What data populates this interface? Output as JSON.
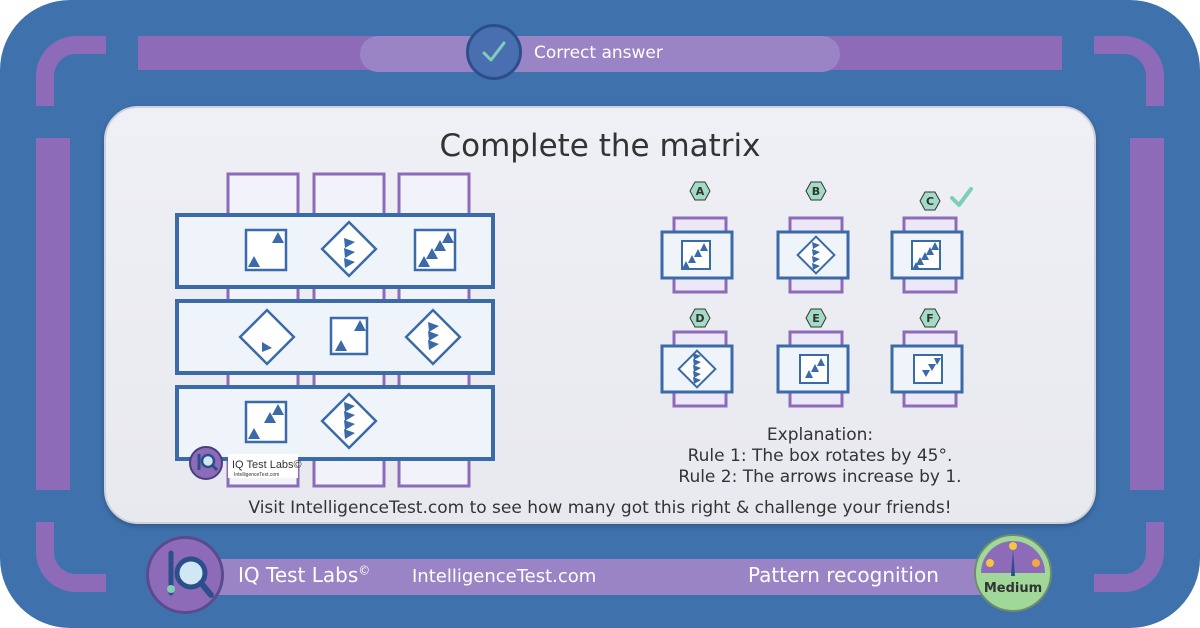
{
  "header": {
    "status_label": "Correct answer",
    "status_icon": "check-icon"
  },
  "puzzle": {
    "title": "Complete the matrix",
    "options": [
      {
        "letter": "A",
        "correct": false
      },
      {
        "letter": "B",
        "correct": false
      },
      {
        "letter": "C",
        "correct": true
      },
      {
        "letter": "D",
        "correct": false
      },
      {
        "letter": "E",
        "correct": false
      },
      {
        "letter": "F",
        "correct": false
      }
    ],
    "explanation": {
      "heading": "Explanation:",
      "rule1": "Rule 1: The box rotates by 45°.",
      "rule2": "Rule 2: The arrows increase by 1."
    },
    "watermark": {
      "brand": "IQ Test Labs©",
      "site": "IntelligenceTest.com"
    },
    "visit_text": "Visit IntelligenceTest.com to see how many got this right & challenge your friends!"
  },
  "footer": {
    "brand": "IQ Test Labs",
    "copyright": "©",
    "site": "IntelligenceTest.com",
    "category": "Pattern recognition",
    "difficulty": "Medium"
  },
  "colors": {
    "frame": "#3f72ad",
    "accent_purple": "#8d6bb8",
    "shape_blue": "#3a6aa8",
    "check_green": "#7fcfb8",
    "panel": "#eff0f5"
  }
}
